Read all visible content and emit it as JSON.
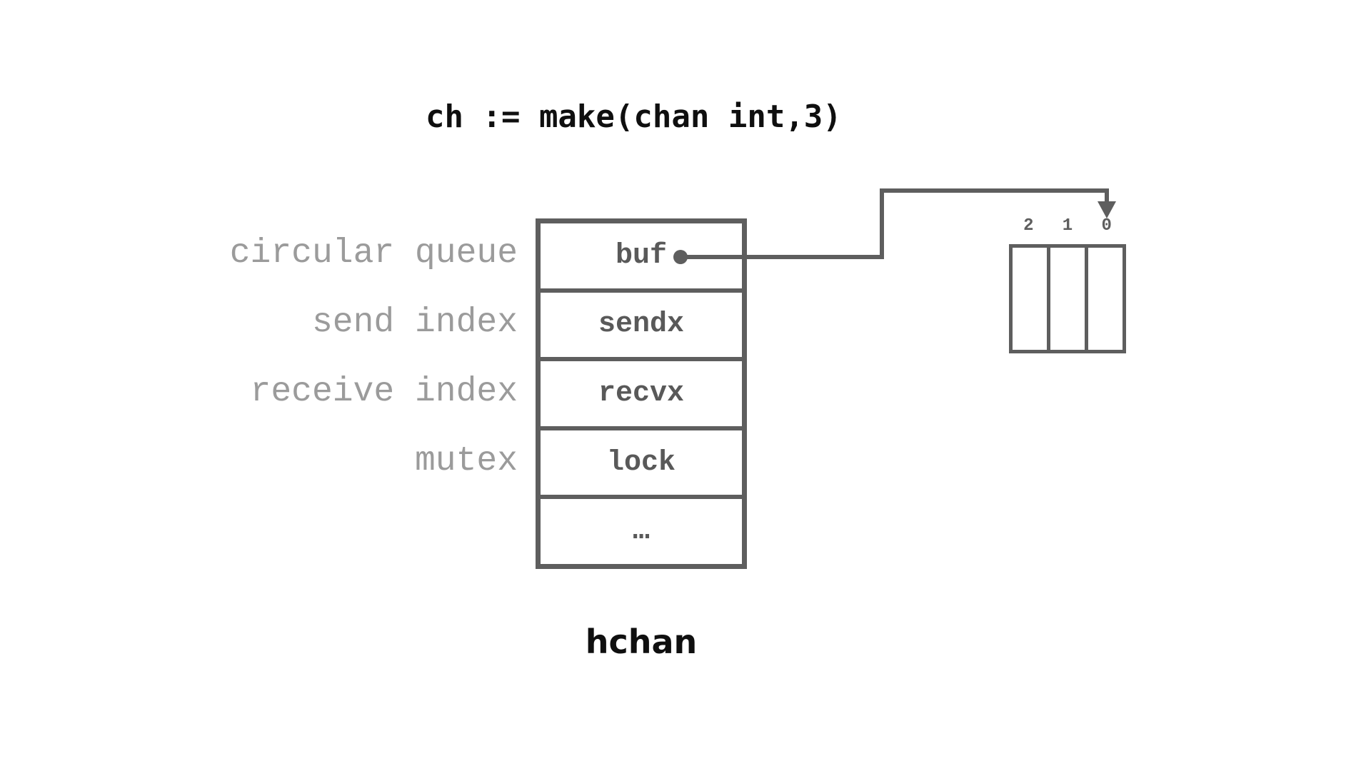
{
  "title": {
    "code": "ch := make(chan int,3)"
  },
  "hchan": {
    "caption": "hchan",
    "fields": [
      {
        "annotation": "circular queue",
        "name": "buf"
      },
      {
        "annotation": "send index",
        "name": "sendx"
      },
      {
        "annotation": "receive index",
        "name": "recvx"
      },
      {
        "annotation": "mutex",
        "name": "lock"
      },
      {
        "annotation": "",
        "name": "…"
      }
    ]
  },
  "buffer": {
    "slot_count": 3,
    "index_labels": [
      "2",
      "1",
      "0"
    ]
  },
  "colors": {
    "line": "#5e5e5e",
    "cell_text": "#595959",
    "annotation_text": "#9b9b9b",
    "title_text": "#0f0f0f",
    "background": "#ffffff"
  }
}
